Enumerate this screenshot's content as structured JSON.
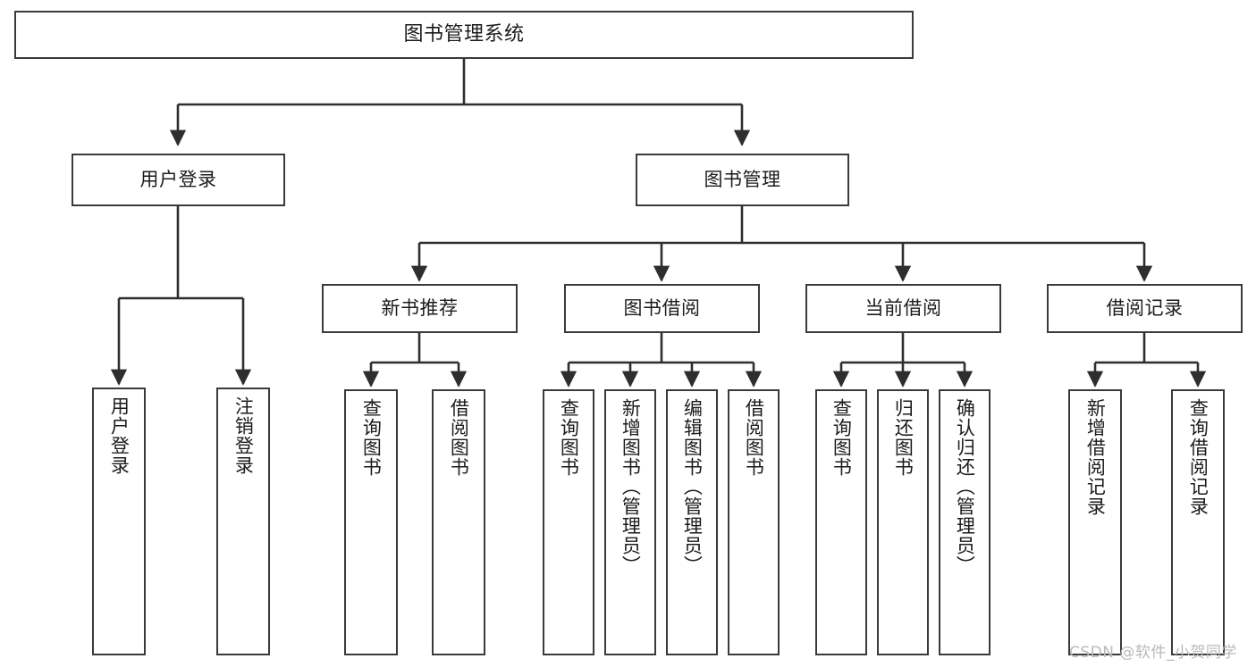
{
  "diagram": {
    "type": "tree",
    "title": "图书管理系统",
    "root": {
      "label": "图书管理系统"
    },
    "level2": [
      {
        "label": "用户登录"
      },
      {
        "label": "图书管理"
      }
    ],
    "level3": [
      {
        "label": "新书推荐"
      },
      {
        "label": "图书借阅"
      },
      {
        "label": "当前借阅"
      },
      {
        "label": "借阅记录"
      }
    ],
    "leaves": {
      "user_login": [
        {
          "label": "用户登录"
        },
        {
          "label": "注销登录"
        }
      ],
      "new_book_recommend": [
        {
          "label": "查询图书"
        },
        {
          "label": "借阅图书"
        }
      ],
      "book_borrow": [
        {
          "label": "查询图书"
        },
        {
          "label": "新增图书（管理员）"
        },
        {
          "label": "编辑图书（管理员）"
        },
        {
          "label": "借阅图书"
        }
      ],
      "current_borrow": [
        {
          "label": "查询图书"
        },
        {
          "label": "归还图书"
        },
        {
          "label": "确认归还（管理员）"
        }
      ],
      "borrow_record": [
        {
          "label": "新增借阅记录"
        },
        {
          "label": "查询借阅记录"
        }
      ]
    },
    "colors": {
      "border": "#3a3a3a",
      "background": "#ffffff",
      "text": "#1c1c1c",
      "watermark": "#b9b9b9"
    }
  },
  "watermark": {
    "text": "CSDN @软件_小贺同学"
  }
}
